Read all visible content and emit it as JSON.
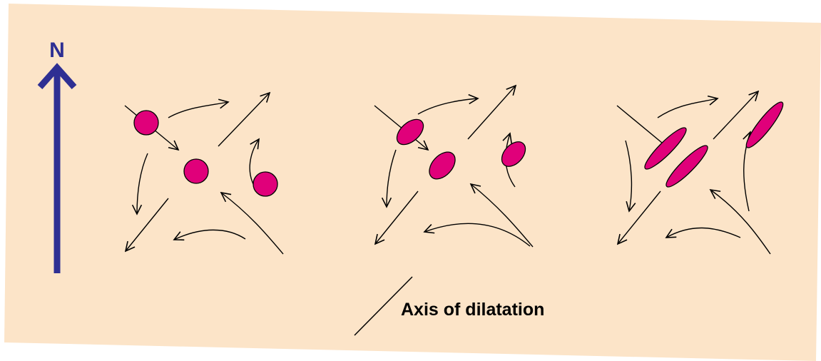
{
  "north_label": "N",
  "axis_label": "Axis of dilatation",
  "colors": {
    "background": "#fce4c8",
    "north_arrow": "#2e2f93",
    "markers": "#e0007a",
    "lines": "#000000"
  },
  "panels": [
    {
      "stage": 1,
      "marker_shape": "circles"
    },
    {
      "stage": 2,
      "marker_shape": "ellipses"
    },
    {
      "stage": 3,
      "marker_shape": "elongated-ellipses"
    }
  ]
}
